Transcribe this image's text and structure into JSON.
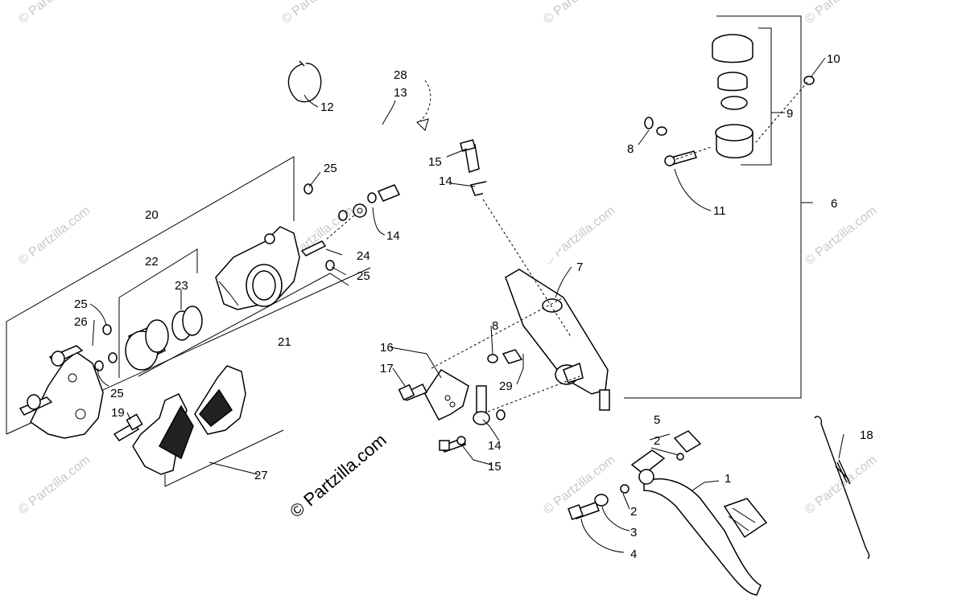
{
  "watermark": {
    "text": "© Partzilla.com",
    "main_text": "© Partzilla.com"
  },
  "callouts": {
    "c1": "1",
    "c2a": "2",
    "c2b": "2",
    "c3": "3",
    "c4": "4",
    "c5": "5",
    "c6": "6",
    "c7": "7",
    "c8a": "8",
    "c8b": "8",
    "c9": "9",
    "c10": "10",
    "c11": "11",
    "c12": "12",
    "c13": "13",
    "c14a": "14",
    "c14b": "14",
    "c14c": "14",
    "c15a": "15",
    "c15b": "15",
    "c16": "16",
    "c17": "17",
    "c18": "18",
    "c19": "19",
    "c20": "20",
    "c21": "21",
    "c22": "22",
    "c23": "23",
    "c24": "24",
    "c25a": "25",
    "c25b": "25",
    "c25c": "25",
    "c25d": "25",
    "c26": "26",
    "c27": "27",
    "c28": "28",
    "c29": "29"
  }
}
